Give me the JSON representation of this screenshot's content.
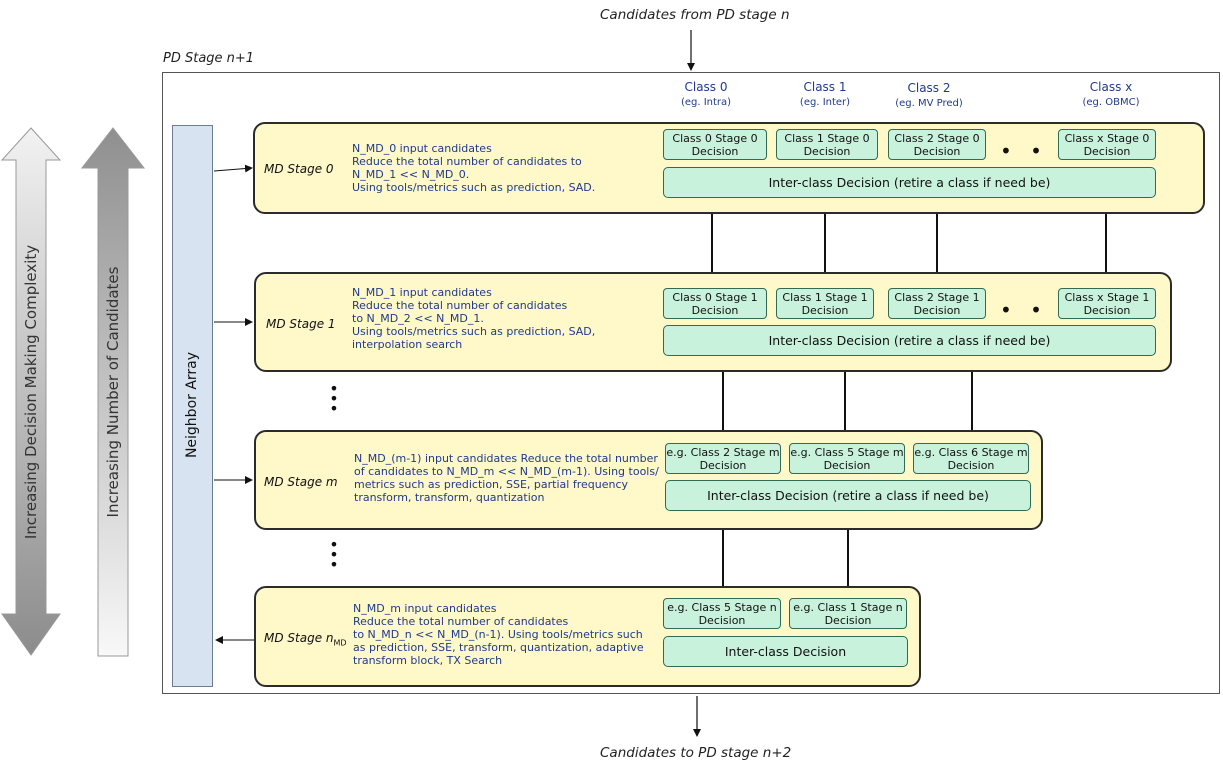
{
  "top_label": "Candidates from PD stage n",
  "bottom_label": "Candidates to PD stage n+2",
  "outer_label": "PD Stage n+1",
  "neighbor_array": "Neighbor Array",
  "left_arrows": {
    "complexity": "Increasing Decision Making Complexity",
    "candidates": "Increasing Number of Candidates"
  },
  "classes": [
    {
      "name": "Class 0",
      "example": "(eg. Intra)"
    },
    {
      "name": "Class 1",
      "example": "(eg. Inter)"
    },
    {
      "name": "Class 2",
      "example": "(eg. MV Pred)"
    },
    {
      "name": "Class x",
      "example": "(eg. OBMC)"
    }
  ],
  "stages": [
    {
      "name": "MD Stage 0",
      "description": "N_MD_0 input candidates\nReduce the total number of candidates to\nN_MD_1 << N_MD_0.\nUsing tools/metrics such as prediction, SAD.",
      "boxes": [
        "Class 0 Stage 0\nDecision",
        "Class 1 Stage 0\nDecision",
        "Class 2 Stage 0\nDecision",
        "Class x Stage 0\nDecision"
      ],
      "inter_class": "Inter-class Decision (retire a class if need be)"
    },
    {
      "name": "MD Stage 1",
      "description": "N_MD_1 input candidates\nReduce the total number of candidates\nto N_MD_2 << N_MD_1.\nUsing tools/metrics such as prediction, SAD,\ninterpolation search",
      "boxes": [
        "Class 0 Stage 1\nDecision",
        "Class 1 Stage 1\nDecision",
        "Class 2 Stage 1\nDecision",
        "Class x Stage 1\nDecision"
      ],
      "inter_class": "Inter-class Decision (retire a class if need be)"
    },
    {
      "name": "MD Stage m",
      "description": "N_MD_(m-1) input candidates Reduce the total number\nof candidates to N_MD_m << N_MD_(m-1). Using tools/\nmetrics such as prediction, SSE, partial frequency\ntransform, transform, quantization",
      "boxes": [
        "e.g. Class 2 Stage m\nDecision",
        "e.g. Class 5 Stage m\nDecision",
        "e.g. Class 6 Stage m\nDecision"
      ],
      "inter_class": "Inter-class Decision (retire a class if need be)"
    },
    {
      "name": "MD Stage n",
      "name_subscript": "MD",
      "description": "N_MD_m input candidates\nReduce the total number of candidates\nto N_MD_n << N_MD_(n-1). Using tools/metrics such\nas prediction, SSE, transform, quantization, adaptive\ntransform block, TX Search",
      "boxes": [
        "e.g. Class 5 Stage n\nDecision",
        "e.g. Class 1 Stage n\nDecision"
      ],
      "inter_class": "Inter-class Decision"
    }
  ],
  "dots": "• • •",
  "vdots": "•\n•\n•"
}
